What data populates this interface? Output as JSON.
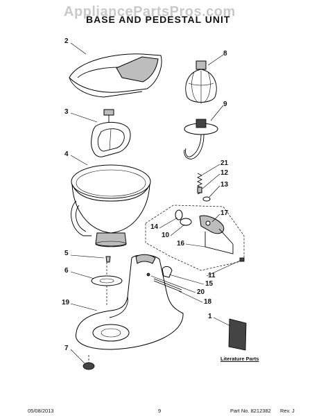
{
  "watermark": "AppliancePartsPros.com",
  "title": "BASE AND PEDESTAL UNIT",
  "callouts": {
    "c1": "1",
    "c2": "2",
    "c3": "3",
    "c4": "4",
    "c5": "5",
    "c6": "6",
    "c7": "7",
    "c8": "8",
    "c9": "9",
    "c10": "10",
    "c11": "11",
    "c12": "12",
    "c13": "13",
    "c14": "14",
    "c15": "15",
    "c16": "16",
    "c17": "17",
    "c18": "18",
    "c19": "19",
    "c20": "20",
    "c21": "21"
  },
  "literature_label": "Literature Parts",
  "footer": {
    "date": "05/08/2013",
    "page": "9",
    "part_no": "Part No. 8212382",
    "rev": "Rev. J"
  }
}
